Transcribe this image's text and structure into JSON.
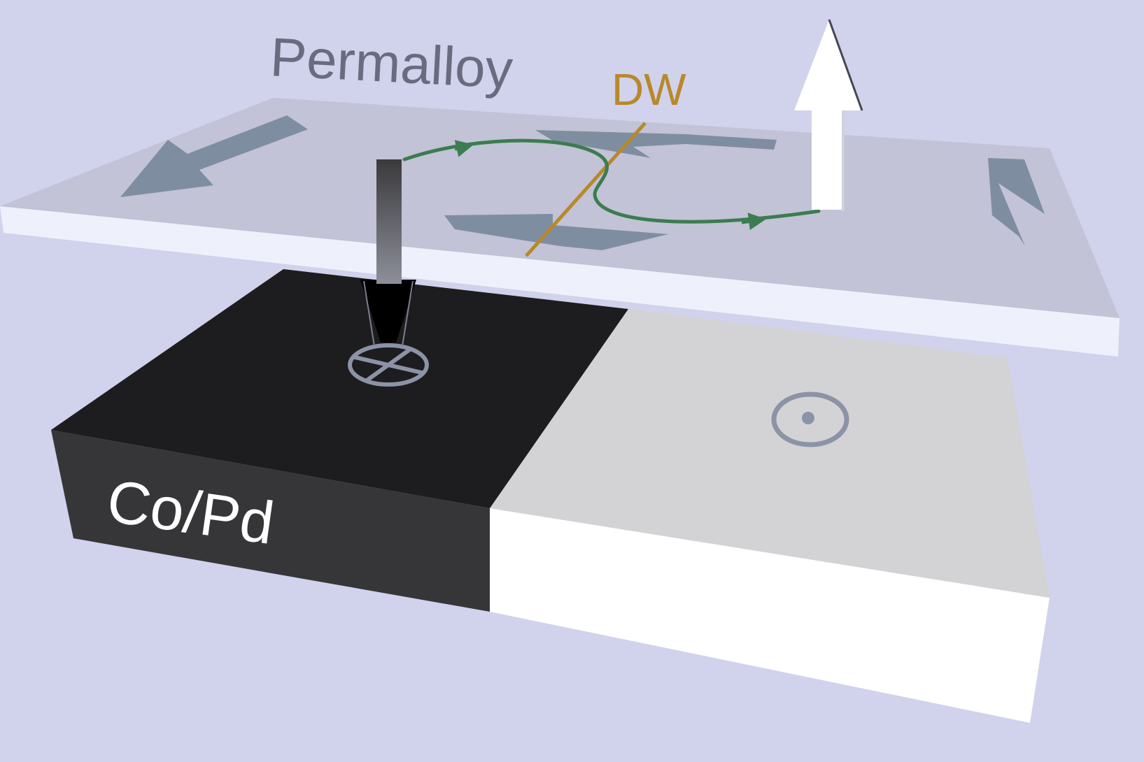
{
  "labels": {
    "top_layer": "Permalloy",
    "domain_wall": "DW",
    "bottom_layer": "Co/Pd"
  },
  "colors": {
    "background": "#d1d2ec",
    "permalloy_top": "#c2c3d6",
    "permalloy_edge": "#eef0fb",
    "in_plane_arrow": "#7e8ea0",
    "spin_path": "#3c7c50",
    "domain_wall": "#b8892a",
    "label_gray": "#6a6b7e",
    "copd_black": "#1d1d1f",
    "copd_black_side": "#363638",
    "copd_light": "#d3d3d5",
    "copd_white_side": "#ffffff",
    "stray_field_arrow": "#ffffff",
    "perp_symbol": "#8c93a6"
  },
  "icons": {
    "into_page": "circle-cross-icon",
    "out_of_page": "circle-dot-icon"
  }
}
